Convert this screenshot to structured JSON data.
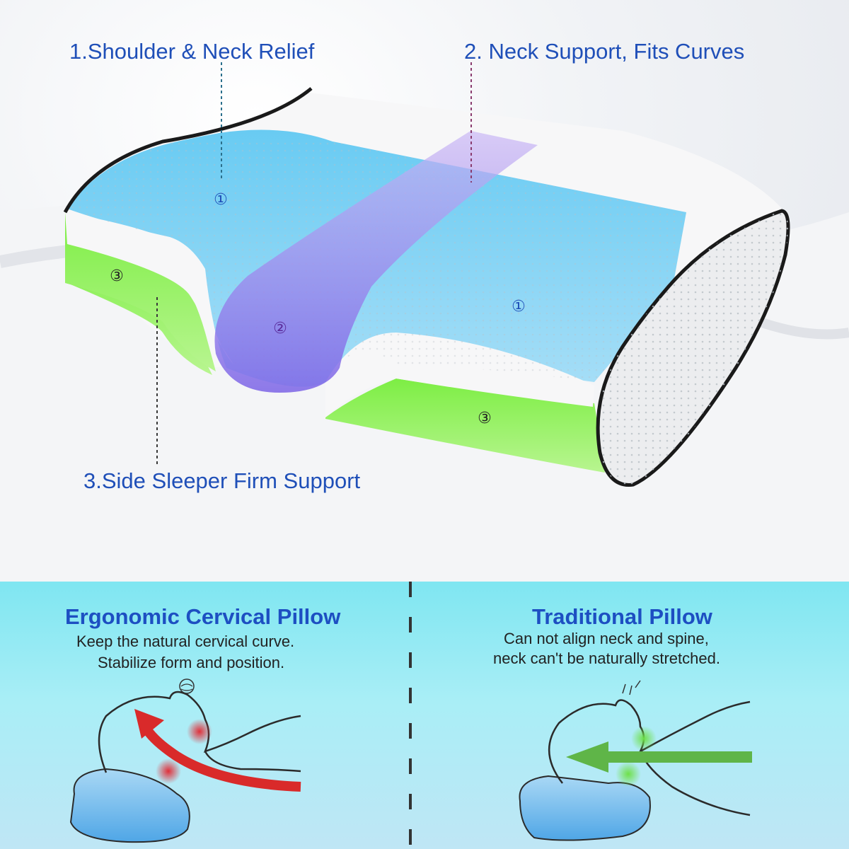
{
  "callouts": {
    "shoulder": "1.Shoulder & Neck Relief",
    "neck": "2. Neck Support, Fits Curves",
    "side": "3.Side Sleeper Firm Support"
  },
  "markers": {
    "one": "①",
    "two": "②",
    "three": "③"
  },
  "left_panel": {
    "title": "Ergonomic Cervical Pillow",
    "line1": "Keep the natural cervical curve.",
    "line2": "Stabilize form and position."
  },
  "right_panel": {
    "title": "Traditional Pillow",
    "line1": "Can not align neck and spine,",
    "line2": "neck can't be naturally stretched."
  },
  "colors": {
    "accent_blue": "#1f4fb8",
    "green_arrow": "#5fb548",
    "red_arrow": "#d92a2a"
  }
}
